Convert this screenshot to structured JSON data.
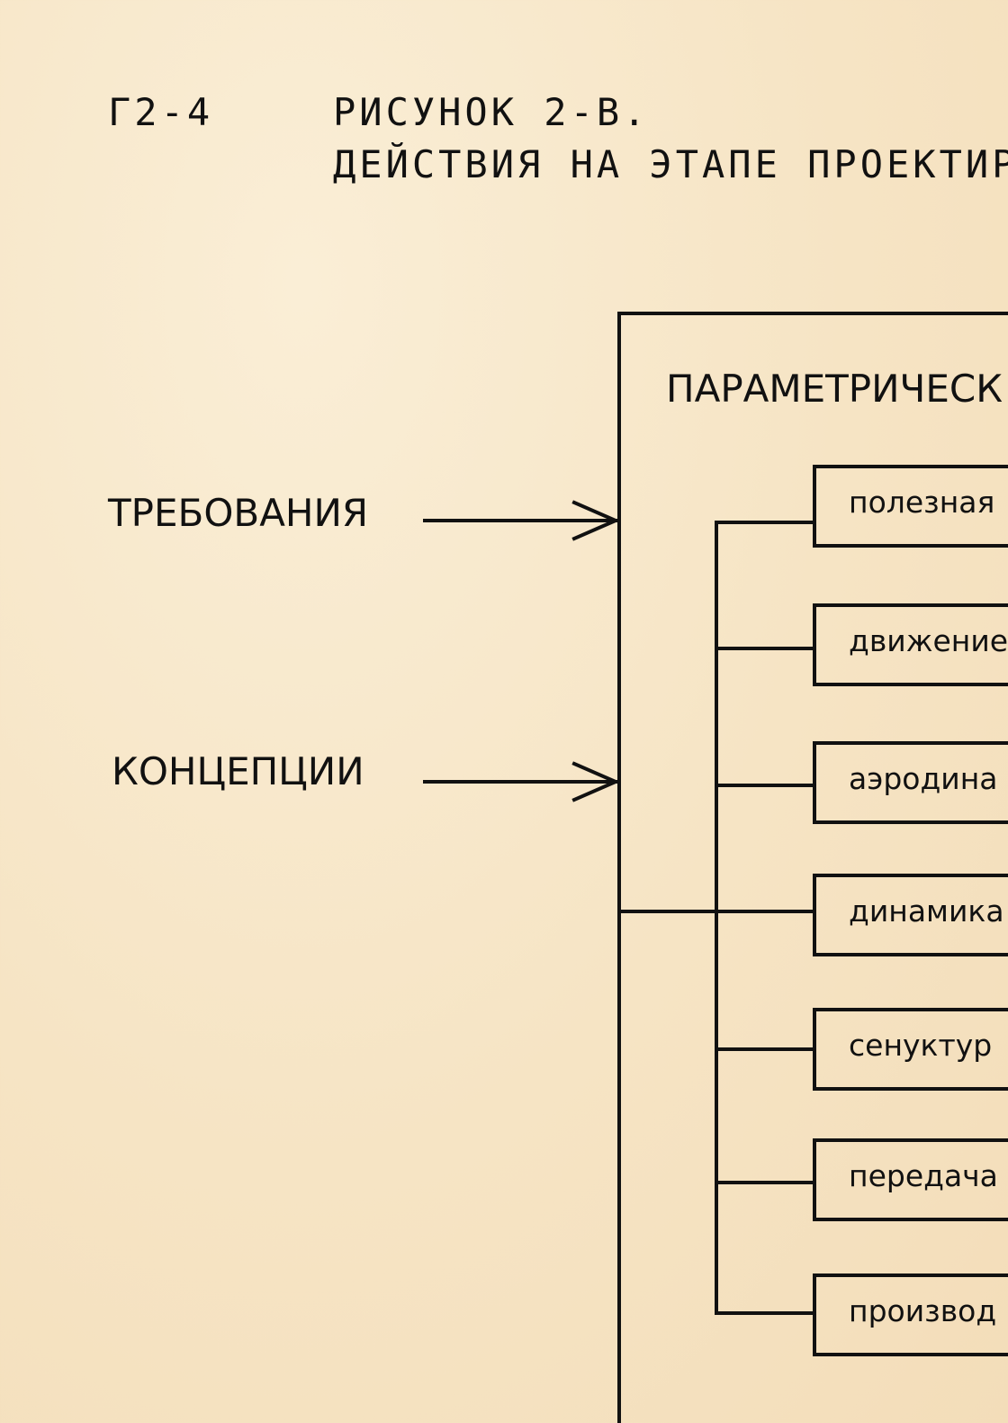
{
  "header": {
    "code": "Г2-4",
    "figure": "РИСУНОК 2-В.",
    "subtitle": "ДЕЙСТВИЯ НА ЭТАПЕ ПРОЕКТИР"
  },
  "inputs": [
    {
      "label": "ТРЕБОВАНИЯ"
    },
    {
      "label": "КОНЦЕПЦИИ"
    }
  ],
  "main_block": {
    "title": "ПАРАМЕТРИЧЕСК"
  },
  "sub_blocks": [
    {
      "label": "полезная"
    },
    {
      "label": "движение"
    },
    {
      "label": "аэродина"
    },
    {
      "label": "динамика"
    },
    {
      "label": "сенуктур"
    },
    {
      "label": "передача"
    },
    {
      "label": "производ"
    }
  ]
}
